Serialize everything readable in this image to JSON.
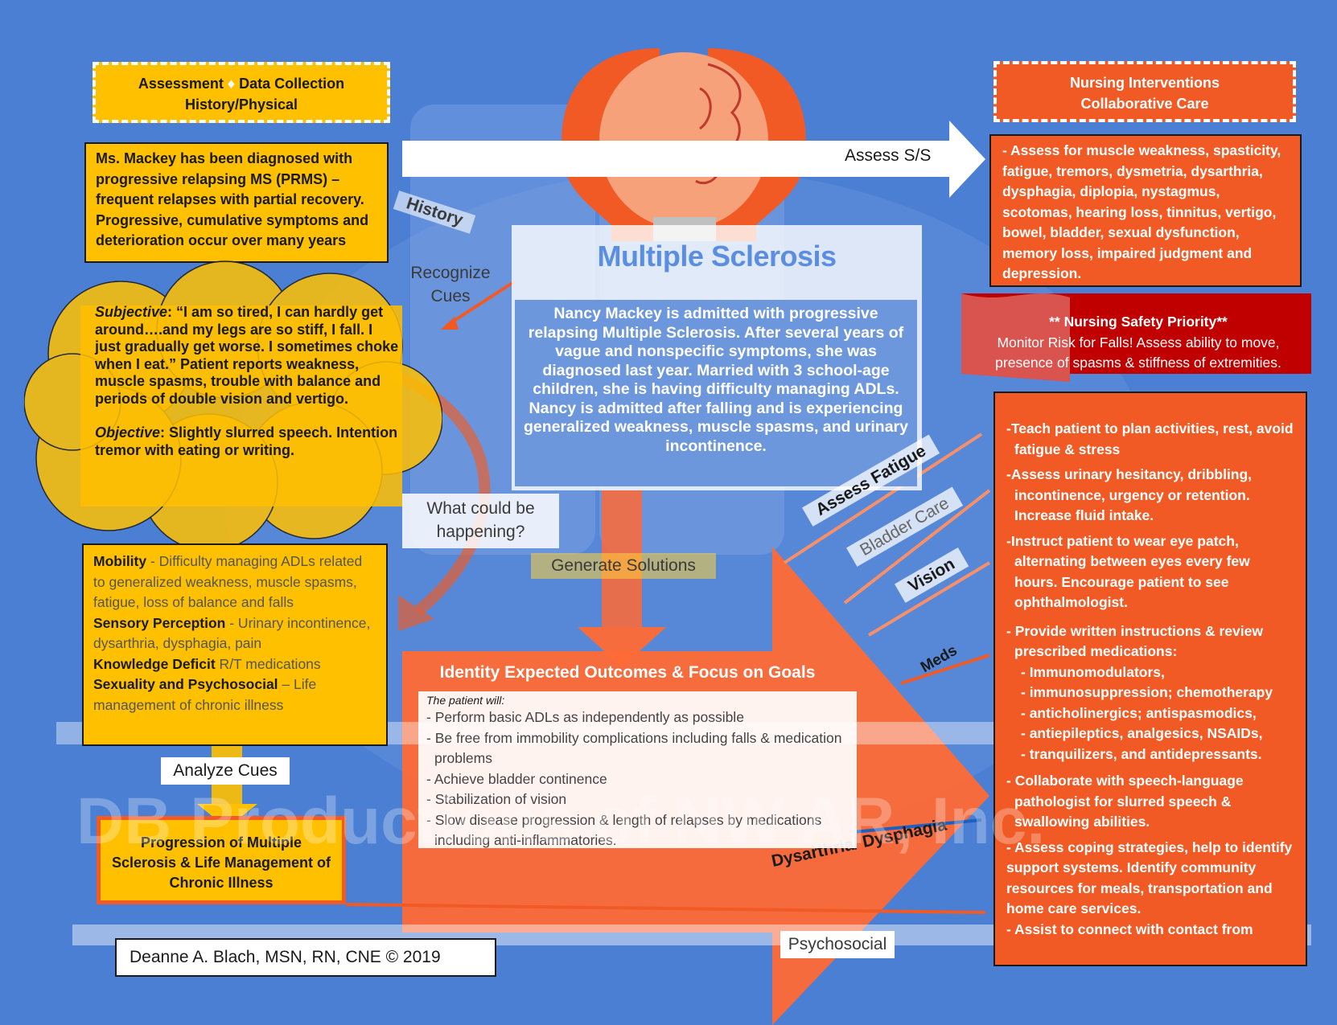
{
  "title": "Multiple Sclerosis",
  "case_summary": "Nancy Mackey is admitted with progressive relapsing Multiple Sclerosis.  After several years of vague and nonspecific symptoms, she was diagnosed last year. Married with 3 school-age children, she is having difficulty managing ADLs. Nancy is admitted after falling and is experiencing generalized weakness, muscle spasms, and urinary incontinence.",
  "assessment_header": {
    "line1_a": "Assessment",
    "line1_sep": "♦",
    "line1_b": "Data Collection",
    "line2": "History/Physical"
  },
  "history_box": "Ms. Mackey has been diagnosed with progressive relapsing MS (PRMS) – frequent relapses with partial recovery. Progressive, cumulative symptoms and deterioration occur over many years",
  "cloud": {
    "subjective_label": "Subjective",
    "subjective_text": ": “I am so tired, I can hardly get around….and my legs are so stiff, I fall.  I just gradually get worse. I sometimes choke when I eat.” Patient reports weakness, muscle spasms, trouble with balance and periods of double vision and vertigo.",
    "objective_label": "Objective",
    "objective_text": ": Slightly slurred speech. Intention tremor with eating or writing."
  },
  "problems": [
    {
      "label": "Mobility",
      "text": " - Difficulty managing ADLs related to generalized weakness, muscle spasms, fatigue, loss of balance and falls"
    },
    {
      "label": "Sensory Perception",
      "text": " - Urinary incontinence, dysarthria, dysphagia, pain"
    },
    {
      "label": "Knowledge Deficit",
      "text": " R/T medications"
    },
    {
      "label": "Sexuality and Psychosocial",
      "text": " – Life management of chronic illness"
    }
  ],
  "analyze_cues": "Analyze Cues",
  "progression_box": "Progression of Multiple Sclerosis & Life Management of Chronic Illness",
  "copyright": "Deanne A. Blach, MSN, RN, CNE © 2019",
  "flow_labels": {
    "history": "History",
    "recognize_cues": "Recognize Cues",
    "what_could": "What could be happening?",
    "generate_solutions": "Generate Solutions",
    "assess_ss": "Assess S/S",
    "assess_fatigue": "Assess Fatigue",
    "bladder_care": "Bladder Care",
    "vision": "Vision",
    "meds": "Meds",
    "dysarthria": "Dysarthria/ Dysphagia",
    "psychosocial": "Psychosocial"
  },
  "outcomes": {
    "title": "Identity Expected Outcomes & Focus on Goals",
    "intro": "The patient will:",
    "items": [
      "- Perform basic ADLs as independently as possible",
      "- Be free from immobility complications including falls & medication problems",
      "- Achieve bladder continence",
      "- Stabilization of vision",
      "- Slow disease progression & length of relapses by medications including anti-inflammatories."
    ]
  },
  "interventions_header": {
    "line1": "Nursing Interventions",
    "line2": "Collaborative Care"
  },
  "assess_box": "- Assess for muscle weakness, spasticity, fatigue, tremors, dysmetria, dysarthria, dysphagia, diplopia, nystagmus, scotomas, hearing loss, tinnitus, vertigo, bowel, bladder, sexual dysfunction, memory loss, impaired judgment and depression.",
  "safety": {
    "title": "** Nursing Safety Priority**",
    "text": "Monitor Risk for Falls! Assess ability to move, presence of spasms & stiffness of extremities."
  },
  "interventions": [
    "-Teach patient to plan activities, rest, avoid fatigue & stress",
    "-Assess urinary hesitancy, dribbling, incontinence, urgency or retention. Increase fluid intake.",
    "-Instruct patient to wear eye patch, alternating between eyes every few hours. Encourage patient to see ophthalmologist.",
    "- Provide written instructions & review prescribed medications:",
    "- Collaborate with speech-language pathologist for slurred speech & swallowing abilities.",
    "- Assess coping strategies, help to identify support systems. Identify community resources for meals, transportation and home care services.",
    "- Assist to connect with contact from"
  ],
  "medications": [
    "- Immunomodulators,",
    "- immunosuppression; chemotherapy",
    "- anticholinergics; antispasmodics,",
    "- antiepileptics, analgesics, NSAIDs,",
    "- tranquilizers, and antidepressants."
  ],
  "watermark": "DB Productions of NW AR, Inc.",
  "colors": {
    "background": "#4a7fd4",
    "yellow": "#ffc000",
    "orange": "#f15a24",
    "red": "#c00000"
  }
}
